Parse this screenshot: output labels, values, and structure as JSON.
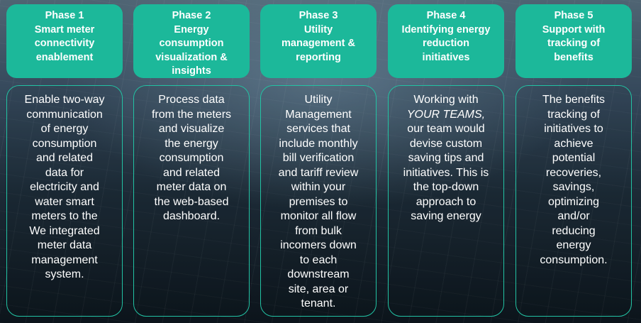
{
  "phases": [
    {
      "number": "Phase 1",
      "title": "Smart meter\nconnectivity\nenablement",
      "description": "Enable two-way\ncommunication\nof energy\nconsumption\nand related\ndata for\nelectricity and\nwater smart\nmeters to the\nWe integrated\nmeter data\nmanagement\nsystem."
    },
    {
      "number": "Phase 2",
      "title": "Energy\nconsumption\nvisualization &\ninsights",
      "description": "Process data\nfrom the meters\nand visualize\nthe energy\nconsumption\nand related\nmeter data on\nthe web-based\ndashboard."
    },
    {
      "number": "Phase 3",
      "title": "Utility\nmanagement &\nreporting",
      "description": "Utility\nManagement\nservices that\ninclude monthly\nbill verification\nand tariff review\nwithin your\npremises to\nmonitor all flow\nfrom bulk\nincomers down\nto each\ndownstream\nsite, area or\ntenant."
    },
    {
      "number": "Phase 4",
      "title": "Identifying energy\nreduction\ninitiatives",
      "description_before": "Working with\n",
      "description_emphasis": "YOUR TEAMS,",
      "description_after": "\nour team would\ndevise custom\nsaving tips and\ninitiatives. This is\nthe top-down\napproach to\nsaving energy"
    },
    {
      "number": "Phase 5",
      "title": "Support with\ntracking of\nbenefits",
      "description": "The benefits\ntracking of\ninitiatives to\nachieve\npotential\nrecoveries,\nsavings,\noptimizing\nand/or\nreducing\nenergy\nconsumption."
    }
  ],
  "colors": {
    "accent": "#1cb89a",
    "border": "#22c2a3",
    "text": "#ffffff"
  }
}
